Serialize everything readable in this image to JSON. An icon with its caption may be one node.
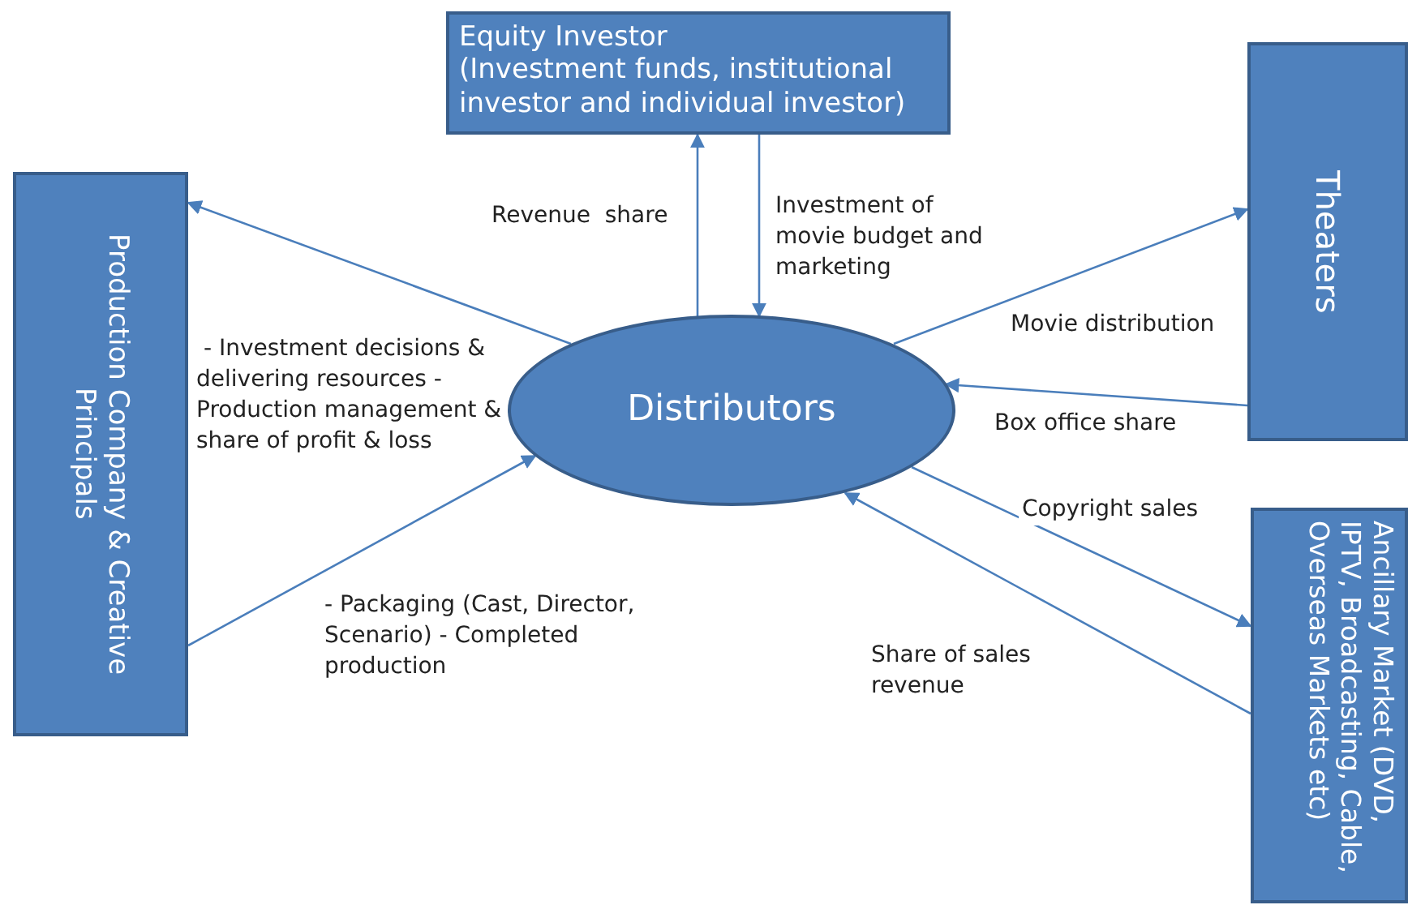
{
  "diagram": {
    "nodes": [
      {
        "text": [
          "Equity Investor",
          "(Investment funds, institutional investor and individual investor)"
        ]
      },
      {
        "text": [
          "Production Company & Creative Principals"
        ]
      },
      {
        "text": [
          "Distributors"
        ]
      },
      {
        "text": [
          "Theaters"
        ]
      },
      {
        "text": [
          "Ancillary Market (DVD, IPTV, Broadcasting, Cable, Overseas Markets etc)"
        ]
      }
    ],
    "edges": [
      {
        "from": 2,
        "to": 0,
        "arrow": "to",
        "label": "Revenue  share"
      },
      {
        "from": 0,
        "to": 2,
        "arrow": "to",
        "label": "Investment of movie budget and marketing"
      },
      {
        "from": 2,
        "to": 1,
        "arrow": "to",
        "label": " - Investment decisions & delivering resources - Production management & share of profit & loss"
      },
      {
        "from": 1,
        "to": 2,
        "arrow": "to",
        "label": "- Packaging (Cast, Director, Scenario) - Completed production"
      },
      {
        "from": 2,
        "to": 3,
        "arrow": "to",
        "label": "Movie distribution"
      },
      {
        "from": 3,
        "to": 2,
        "arrow": "to",
        "label": "Box office share"
      },
      {
        "from": 2,
        "to": 4,
        "arrow": "to",
        "label": "Copyright sales"
      },
      {
        "from": 4,
        "to": 2,
        "arrow": "to",
        "label": "Share of sales revenue"
      }
    ]
  }
}
